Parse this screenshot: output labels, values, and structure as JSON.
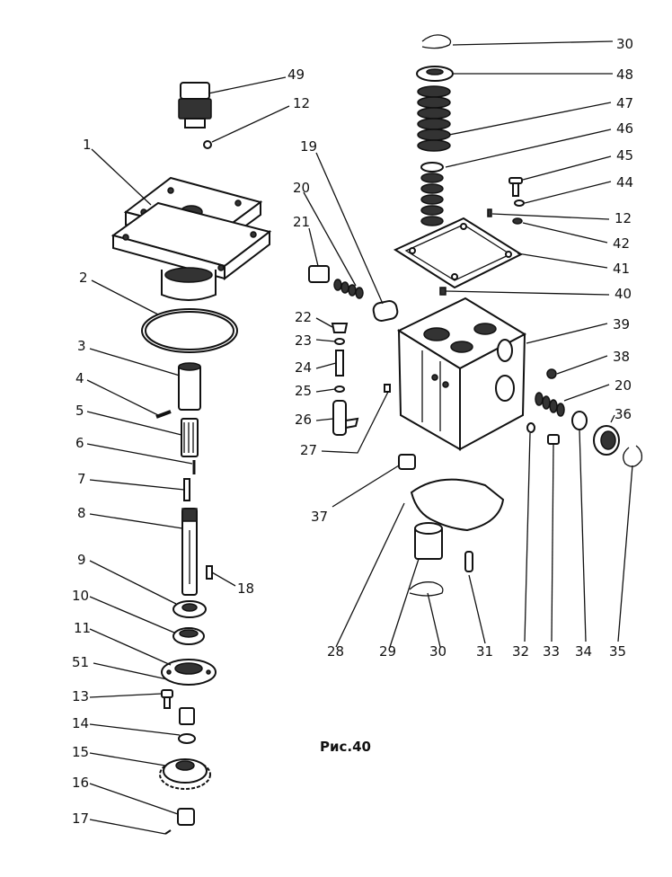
{
  "caption": "Рис.40",
  "labels": {
    "n1": "1",
    "n2": "2",
    "n3": "3",
    "n4": "4",
    "n5": "5",
    "n6": "6",
    "n7": "7",
    "n8": "8",
    "n9": "9",
    "n10": "10",
    "n11": "11",
    "n51": "51",
    "n13": "13",
    "n14": "14",
    "n15": "15",
    "n16": "16",
    "n17": "17",
    "n18": "18",
    "n49": "49",
    "n12a": "12",
    "n19": "19",
    "n20a": "20",
    "n21": "21",
    "n22": "22",
    "n23": "23",
    "n24": "24",
    "n25": "25",
    "n26": "26",
    "n27": "27",
    "n37": "37",
    "n28": "28",
    "n29": "29",
    "n30b": "30",
    "n31": "31",
    "n32": "32",
    "n33": "33",
    "n34": "34",
    "n35": "35",
    "n30a": "30",
    "n48": "48",
    "n47": "47",
    "n46": "46",
    "n45": "45",
    "n44": "44",
    "n12b": "12",
    "n42": "42",
    "n41": "41",
    "n40": "40",
    "n39": "39",
    "n38": "38",
    "n20b": "20",
    "n36": "36"
  }
}
